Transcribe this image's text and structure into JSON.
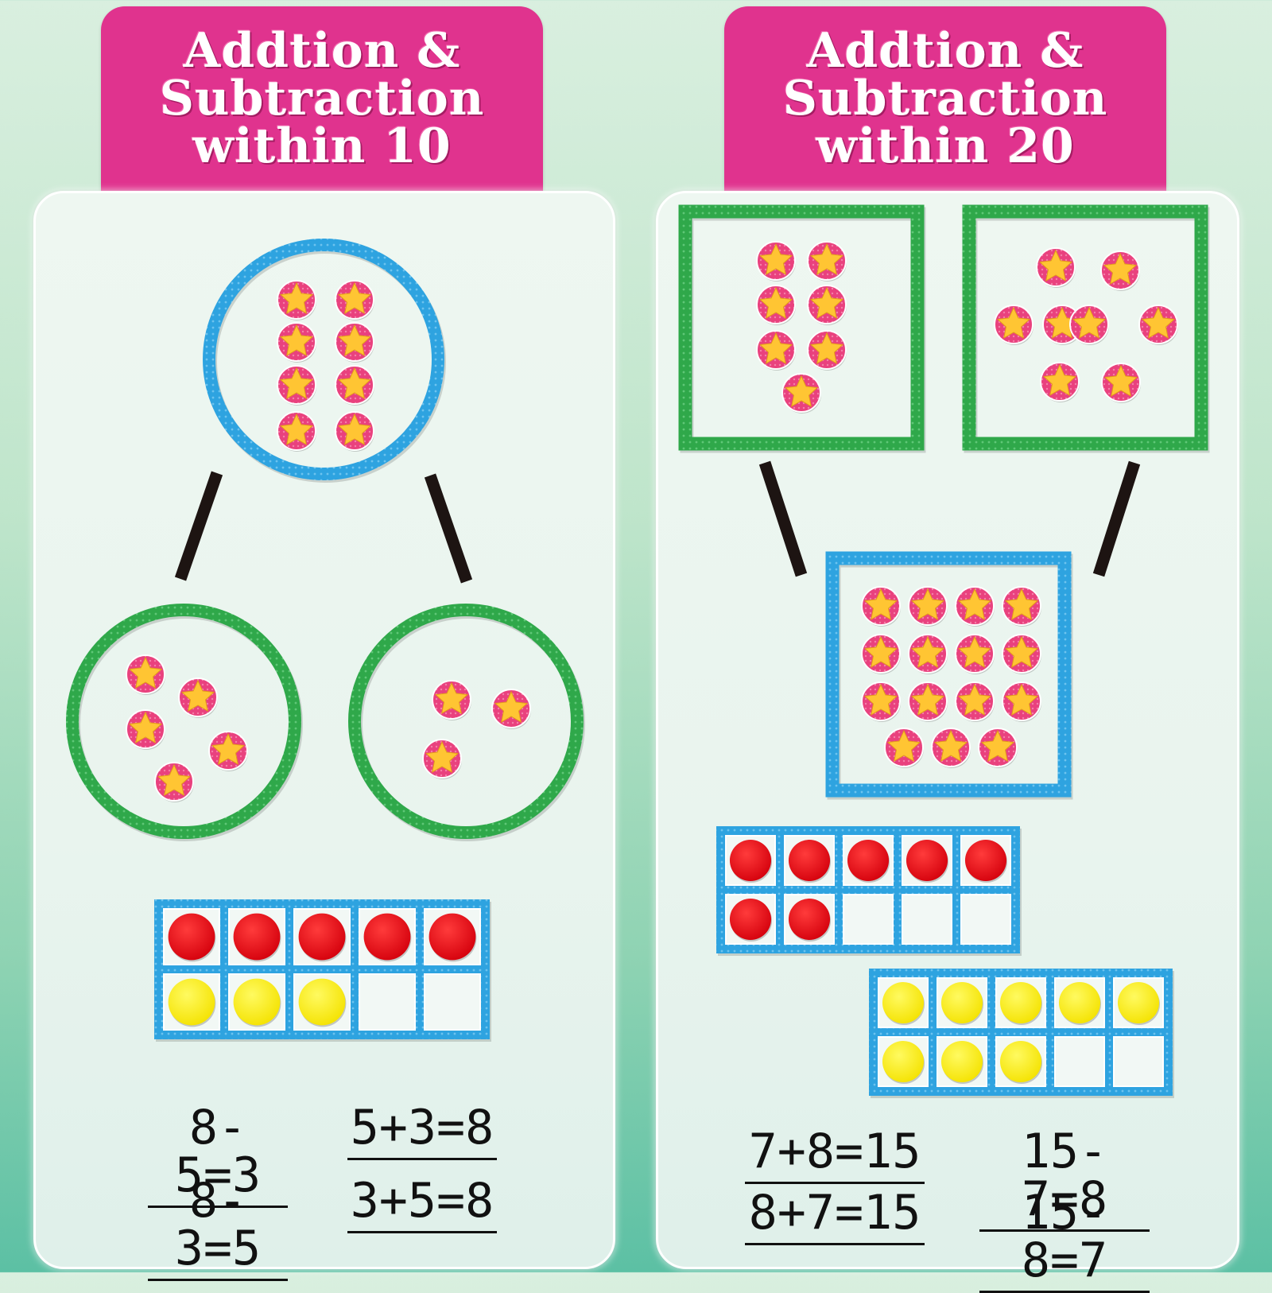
{
  "left_section": {
    "title_line1": "Addtion &",
    "title_line2": "Subtraction",
    "title_line3": "within 10",
    "equations": [
      "8-5=3",
      "5+3=8",
      "8-3=5",
      "3+5=8"
    ]
  },
  "right_section": {
    "title_line1": "Addtion &",
    "title_line2": "Subtraction",
    "title_line3": "within 20",
    "equations": [
      "7+8=15",
      "15-7=8",
      "8+7=15",
      "15-8=7"
    ]
  },
  "counts": {
    "left_whole_stars": 8,
    "left_part_a_stars": 5,
    "left_part_b_stars": 3,
    "left_tenframe_red": 5,
    "left_tenframe_yellow": 3,
    "right_part_a_stars": 7,
    "right_part_b_stars": 8,
    "right_whole_stars": 15,
    "right_tenframe1_red": 7,
    "right_tenframe2_yellow": 8
  },
  "colors": {
    "header_pink": "#e0338e",
    "blue_ring": "#2ea3e0",
    "green_ring": "#2fa84a",
    "counter_red": "#e3000f",
    "counter_yellow": "#fff200",
    "star_fill": "#ffc533",
    "star_bg": "#e9417e"
  }
}
